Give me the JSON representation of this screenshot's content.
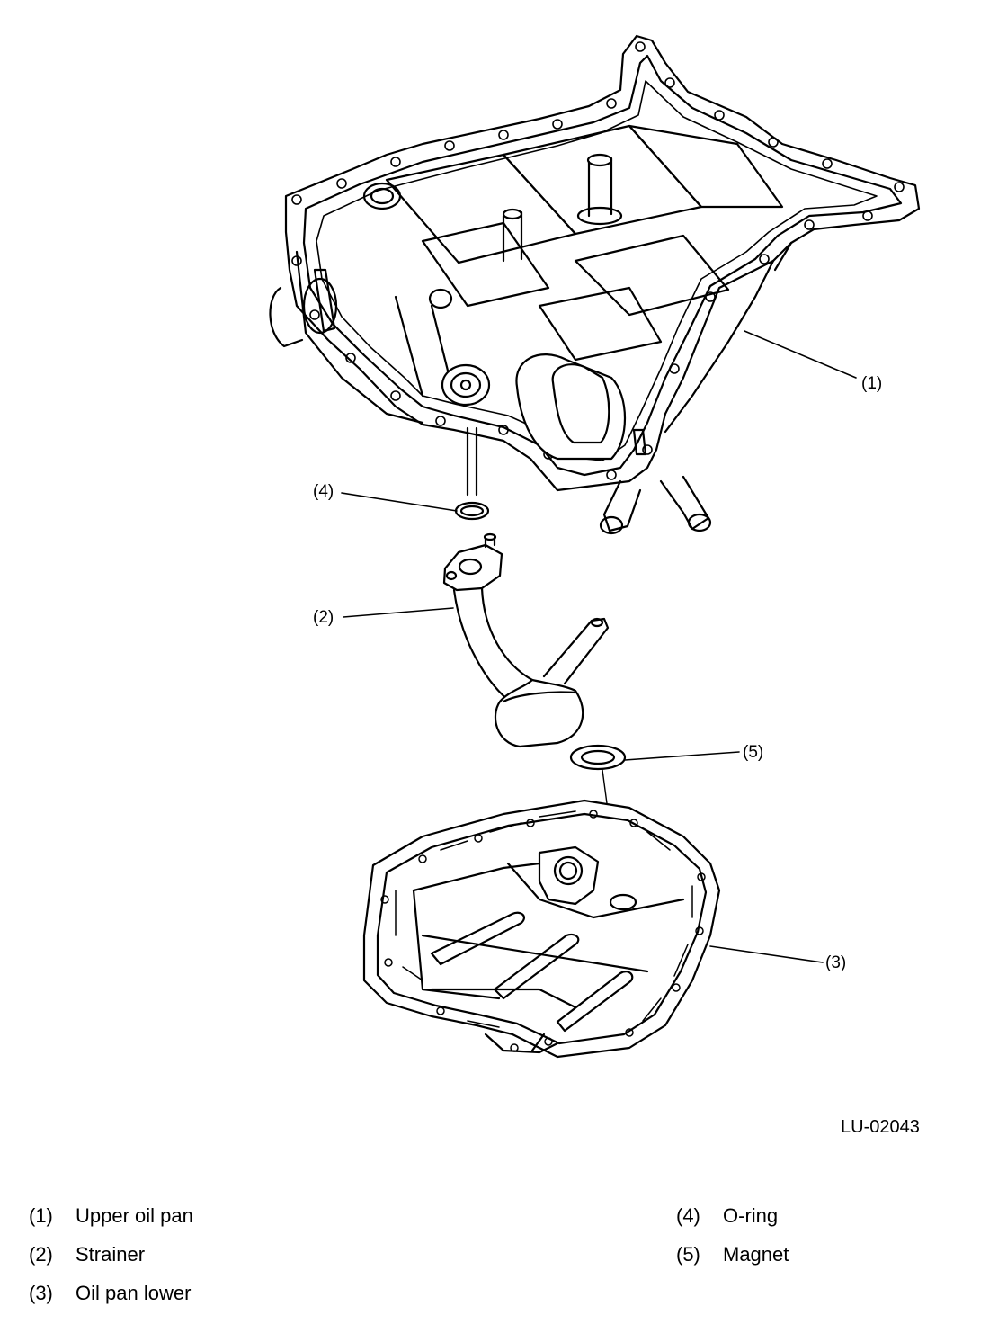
{
  "figure_code": "LU-02043",
  "callouts": {
    "c1": "(1)",
    "c2": "(2)",
    "c3": "(3)",
    "c4": "(4)",
    "c5": "(5)"
  },
  "legend": {
    "left": [
      {
        "num": "(1)",
        "label": "Upper oil pan"
      },
      {
        "num": "(2)",
        "label": "Strainer"
      },
      {
        "num": "(3)",
        "label": "Oil pan lower"
      }
    ],
    "right": [
      {
        "num": "(4)",
        "label": "O-ring"
      },
      {
        "num": "(5)",
        "label": "Magnet"
      }
    ]
  }
}
